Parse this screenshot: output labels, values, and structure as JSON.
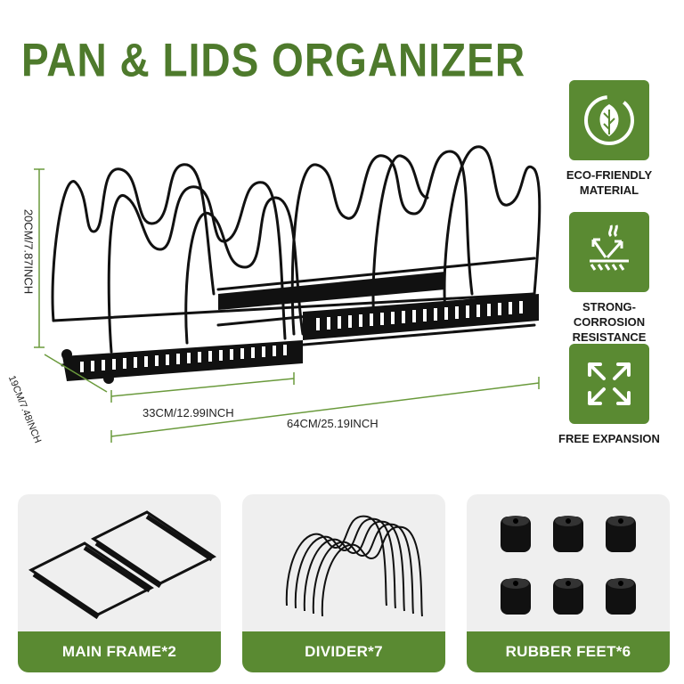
{
  "title": "PAN & LIDS ORGANIZER",
  "dimensions": {
    "height": "20CM/7.87INCH",
    "depth": "19CM/7.48INCH",
    "width_min": "33CM/12.99INCH",
    "width_max": "64CM/25.19INCH"
  },
  "features": [
    {
      "icon": "leaf-icon",
      "label_line1": "ECO-FRIENDLY",
      "label_line2": "MATERIAL"
    },
    {
      "icon": "corrosion-icon",
      "label_line1": "STRONG-CORROSION",
      "label_line2": "RESISTANCE"
    },
    {
      "icon": "expand-arrows-icon",
      "label_line1": "FREE EXPANSION",
      "label_line2": ""
    }
  ],
  "components": [
    {
      "label": "MAIN FRAME*2",
      "icon": "frame-icon"
    },
    {
      "label": "DIVIDER*7",
      "icon": "divider-icon"
    },
    {
      "label": "RUBBER FEET*6",
      "icon": "rubber-foot-icon"
    }
  ],
  "colors": {
    "accent": "#5a8a32",
    "title": "#4e7a2c",
    "card_bg": "#efefef"
  }
}
